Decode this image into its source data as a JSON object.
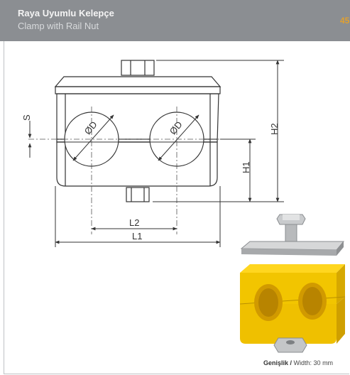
{
  "header": {
    "title": "Raya Uyumlu Kelepçe",
    "subtitle": "Clamp with Rail Nut",
    "page_number": "45"
  },
  "drawing": {
    "labels": {
      "s": "S",
      "d_left": "ØD",
      "d_right": "ØD",
      "h1": "H1",
      "h2": "H2",
      "l1": "L1",
      "l2": "L2"
    }
  },
  "caption": {
    "label": "Genişlik /",
    "value": "Width: 30 mm"
  },
  "colors": {
    "header_bg": "#8b8e92",
    "clamp_yellow": "#f2c500",
    "page_accent": "#e0a030"
  }
}
